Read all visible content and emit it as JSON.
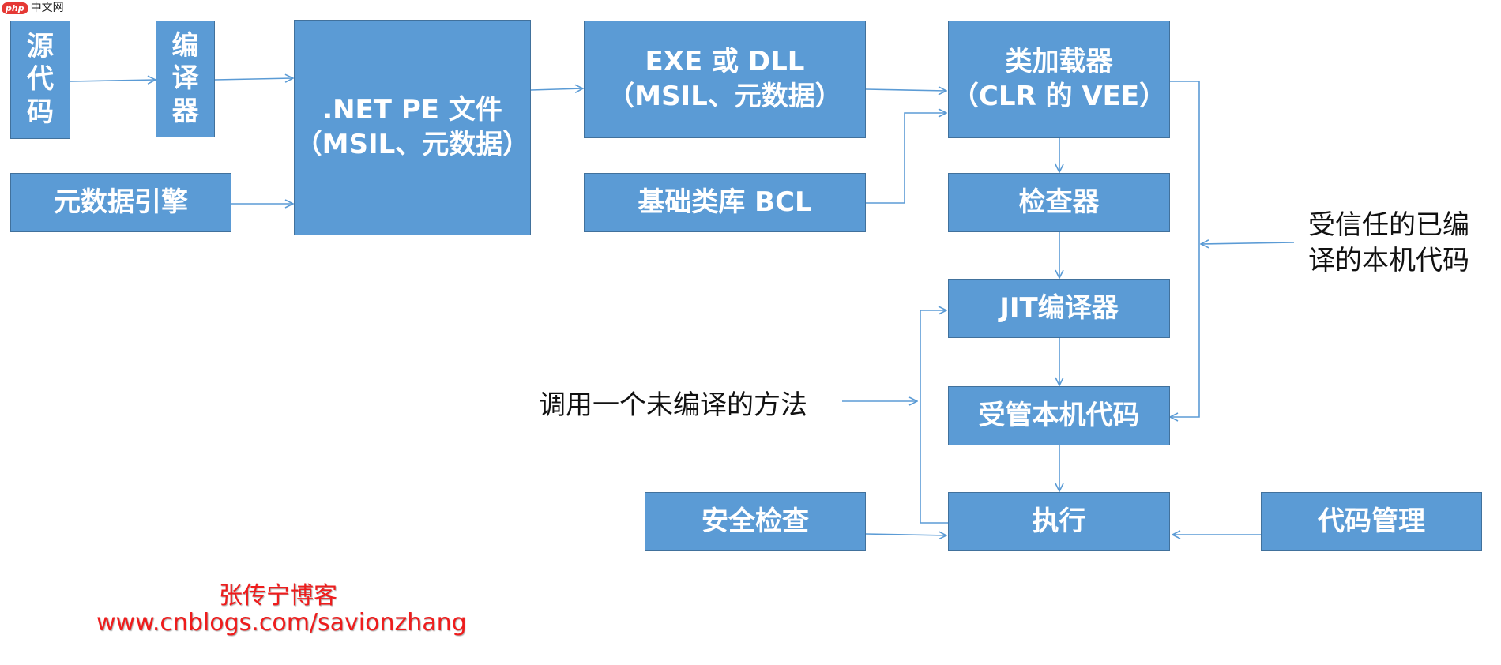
{
  "watermark": {
    "badge": "php",
    "text": "中文网"
  },
  "boxes": {
    "source_code": "源\n代\n码",
    "compiler": "编\n译\n器",
    "metadata_engine": "元数据引擎",
    "net_pe": ".NET PE 文件\n（MSIL、元数据）",
    "exe_dll": "EXE 或 DLL\n（MSIL、元数据）",
    "bcl": "基础类库 BCL",
    "class_loader": "类加载器\n（CLR 的 VEE）",
    "verifier": "检查器",
    "jit": "JIT编译器",
    "managed_native": "受管本机代码",
    "execute": "执行",
    "security": "安全检查",
    "code_mgmt": "代码管理"
  },
  "labels": {
    "trusted_code": "受信任的已编\n译的本机代码",
    "call_method": "调用一个未编译的方法"
  },
  "blog": {
    "name": "张传宁博客",
    "url": "www.cnblogs.com/savionzhang"
  },
  "colors": {
    "box_fill": "#5b9bd5",
    "box_border": "#41719c",
    "arrow": "#5b9bd5",
    "blog_text": "#ef1c1c"
  }
}
